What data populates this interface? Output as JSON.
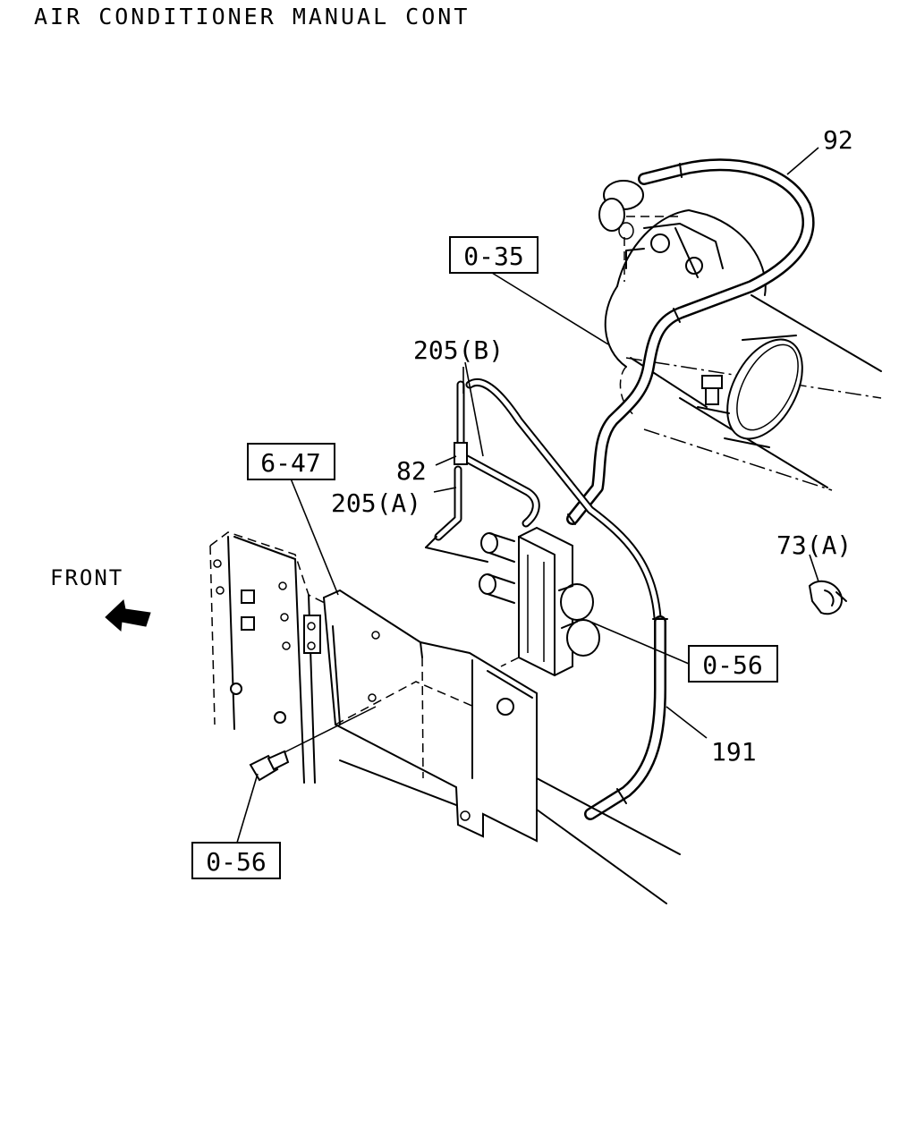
{
  "title": "AIR CONDITIONER MANUAL CONT",
  "direction_label": "FRONT",
  "labels": {
    "part_92": "92",
    "ref_0_35": "0-35",
    "part_205b": "205(B)",
    "part_82": "82",
    "part_205a": "205(A)",
    "ref_6_47": "6-47",
    "part_73a": "73(A)",
    "ref_0_56_right": "0-56",
    "part_191": "191",
    "ref_0_56_left": "0-56"
  },
  "icons": {
    "front_arrow": "front-arrow-icon"
  }
}
